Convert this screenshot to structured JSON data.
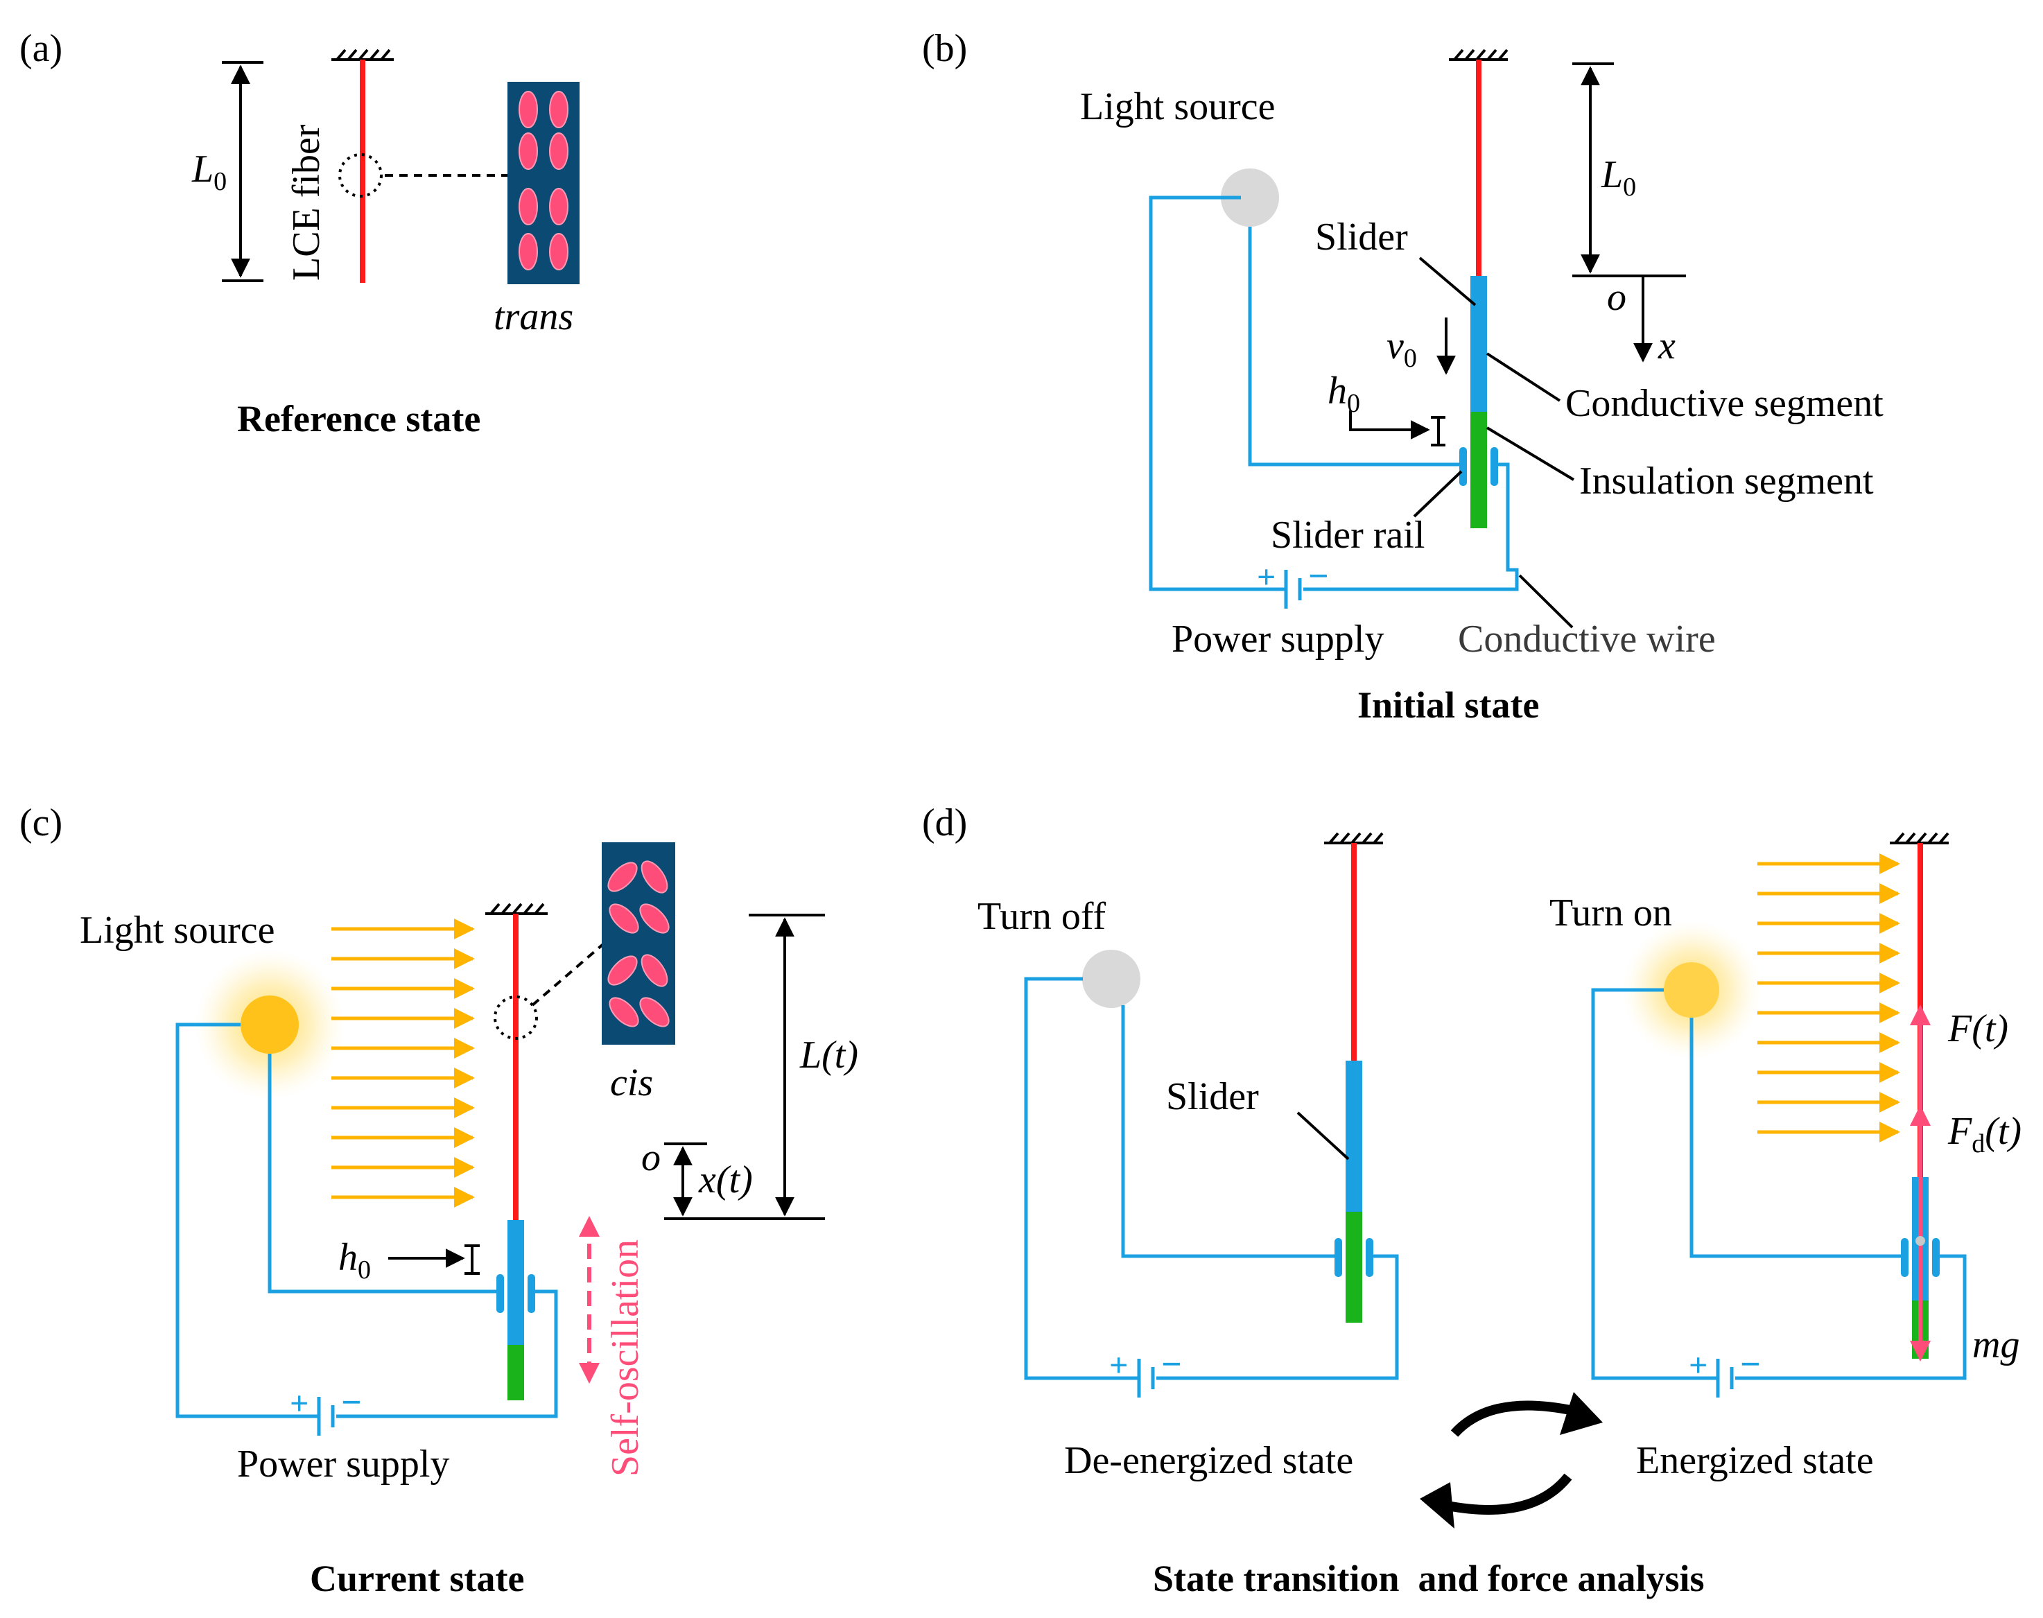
{
  "panels": {
    "a": {
      "tag": "(a)",
      "length": "L0",
      "fiber": "LCE fiber",
      "molecule": "trans",
      "caption": "Reference state"
    },
    "b": {
      "tag": "(b)",
      "light": "Light source",
      "slider": "Slider",
      "length": "L0",
      "origin": "o",
      "axis": "x",
      "velocity": "v0",
      "gap": "h0",
      "conductive": "Conductive segment",
      "insulation": "Insulation segment",
      "rail": "Slider rail",
      "plus": "+",
      "minus": "−",
      "power": "Power supply",
      "wire": "Conductive wire",
      "caption": "Initial state"
    },
    "c": {
      "tag": "(c)",
      "light": "Light source",
      "molecule": "cis",
      "length": "L(t)",
      "origin": "o",
      "disp": "x(t)",
      "gap": "h0",
      "osc": "Self-oscillation",
      "plus": "+",
      "minus": "−",
      "power": "Power supply",
      "caption": "Current state"
    },
    "d": {
      "tag": "(d)",
      "off": "Turn off",
      "on": "Turn on",
      "slider": "Slider",
      "force": "F(t)",
      "damp": "Fd(t)",
      "weight": "mg",
      "plus": "+",
      "minus": "−",
      "deenergized": "De-energized state",
      "energized": "Energized state",
      "caption": "State transition  and force analysis"
    }
  },
  "colors": {
    "fiber": "#ff1a1a",
    "conductive": "#1ba1e2",
    "insulation": "#1bb31b",
    "wire": "#1ba1e2",
    "light_on": "#ffc21a",
    "light_off": "#d9d9d9",
    "molecule_bg": "#0b4a72",
    "molecule": "#ff4d7a",
    "force": "#ff4d7a"
  },
  "icons": [
    "ceiling-hatch-icon",
    "light-source-icon",
    "battery-icon",
    "light-ray-arrow-icon",
    "cycle-arrows-icon"
  ]
}
